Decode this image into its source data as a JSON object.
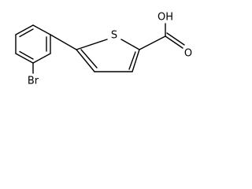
{
  "molecule": {
    "atoms": {
      "sulfur": "S",
      "bromine": "Br",
      "hydroxyl": "OH",
      "carbonyl_oxygen": "O"
    }
  }
}
